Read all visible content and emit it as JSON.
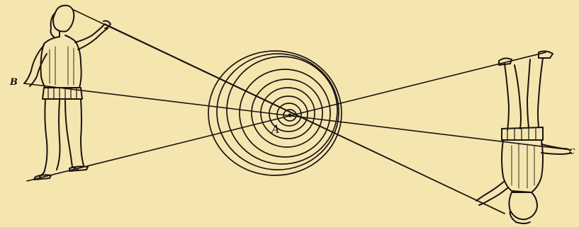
{
  "figure": {
    "background_color": "#f5e6b0",
    "ink_color": "#1a1410",
    "labels": {
      "a": "A",
      "b": "B",
      "c": "C"
    }
  }
}
